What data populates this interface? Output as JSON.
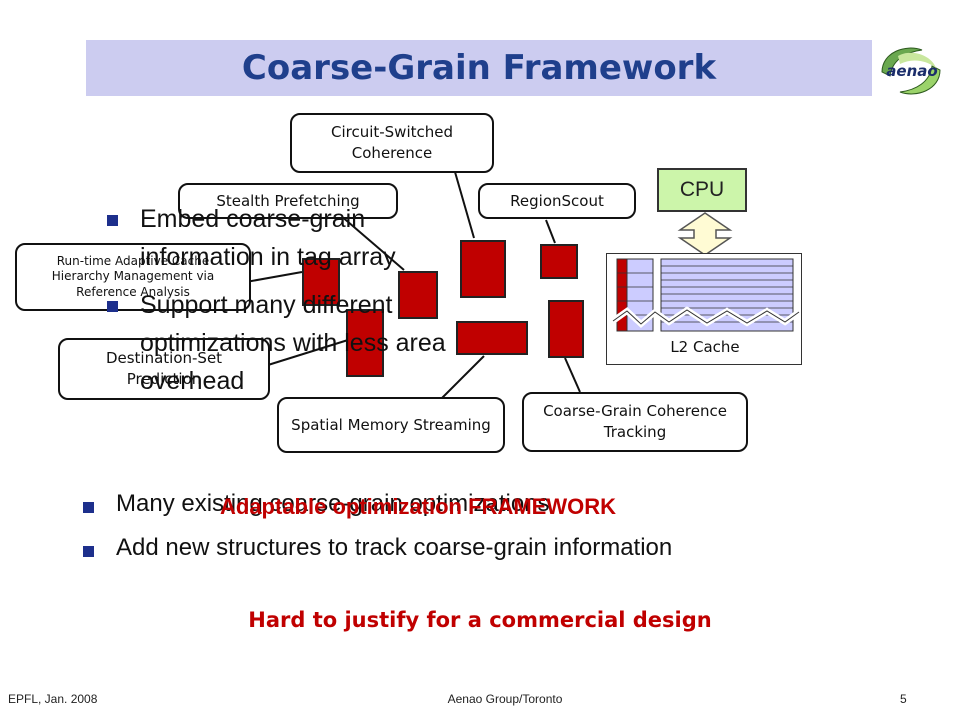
{
  "slide": {
    "title": "Coarse-Grain Framework",
    "logo_text": "aenao",
    "callouts": {
      "circuit": "Circuit-Switched Coherence",
      "stealth": "Stealth Prefetching",
      "regionscout": "RegionScout",
      "runtime": "Run-time Adaptive Cache Hierarchy Management via Reference Analysis",
      "destination": "Destination-Set Prediction",
      "spatial": "Spatial Memory Streaming",
      "coarse_tracking": "Coarse-Grain Coherence Tracking"
    },
    "cpu_label": "CPU",
    "cache_label": "L2 Cache",
    "overlay_bullets": [
      "Embed coarse-grain information in tag array",
      "Support many different optimizations with less area overhead"
    ],
    "bottom_bullets": [
      "Many existing coarse-grain optimizations",
      "Add new structures to track coarse-grain information"
    ],
    "highlight": "Adaptable optimization FRAMEWORK",
    "conclusion": "Hard to justify for a commercial design",
    "footer": {
      "left": "EPFL, Jan. 2008",
      "center": "Aenao Group/Toronto",
      "page": "5"
    },
    "colors": {
      "title_band": "#ccccf0",
      "title_text": "#1f3f8c",
      "block_red": "#c00000",
      "cpu_fill": "#ccf5aa",
      "bullet_square": "#1d2f8c"
    }
  }
}
